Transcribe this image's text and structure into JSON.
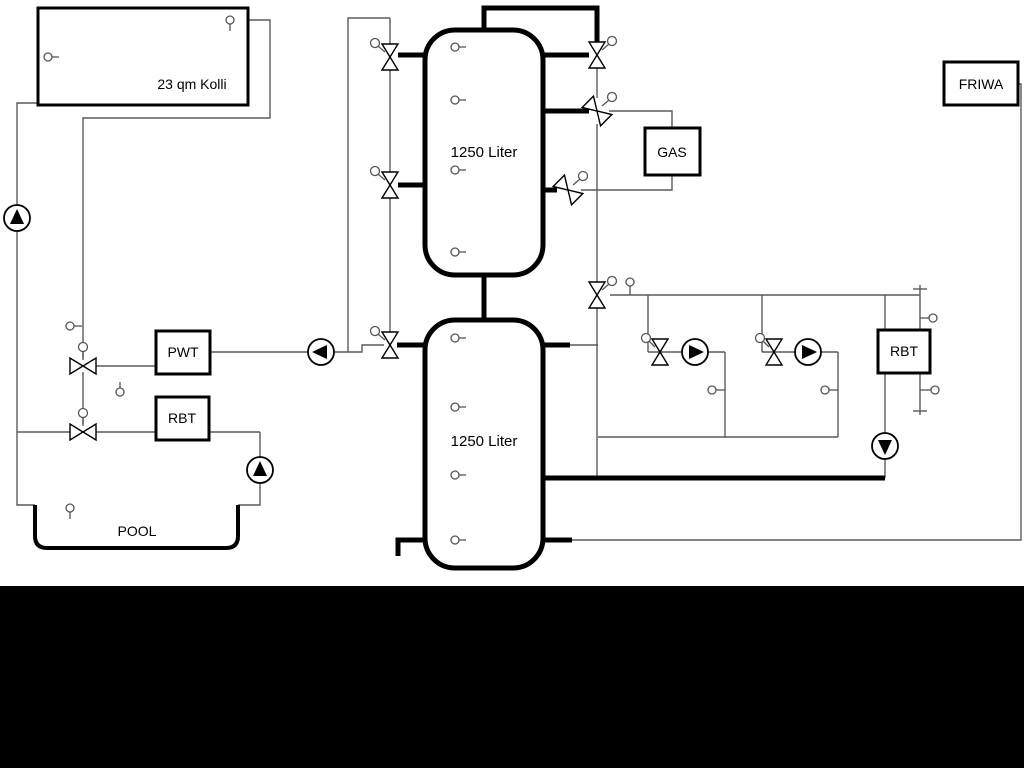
{
  "diagram": {
    "labels": {
      "collector": "23 qm Kolli",
      "tank_top": "1250 Liter",
      "tank_bottom": "1250 Liter",
      "gas": "GAS",
      "friwa": "FRIWA",
      "pwt": "PWT",
      "rbt_left": "RBT",
      "rbt_right": "RBT",
      "pool": "POOL"
    },
    "colors": {
      "background": "#ffffff",
      "letterbox": "#000000",
      "pipe_thin": "#5a5a5a",
      "pipe_thick": "#000000",
      "component_stroke": "#000000"
    },
    "symbols": {
      "pumps": [
        "pump-solar-up",
        "pump-pool-up",
        "pump-pwt-left",
        "pump-heating1-right",
        "pump-heating2-right",
        "pump-rbt-down"
      ],
      "valves": [
        "valve-pool-pwt",
        "valve-pool-rbt",
        "valve-solar-top",
        "valve-solar-mid",
        "valve-return-bottom",
        "valve-tank-top-right",
        "valve-gas-supply",
        "valve-gas-return",
        "valve-heating-header",
        "valve-heating1",
        "valve-heating2"
      ],
      "sensor_icon": "small-circle-probe",
      "sensor_count": 18
    }
  }
}
